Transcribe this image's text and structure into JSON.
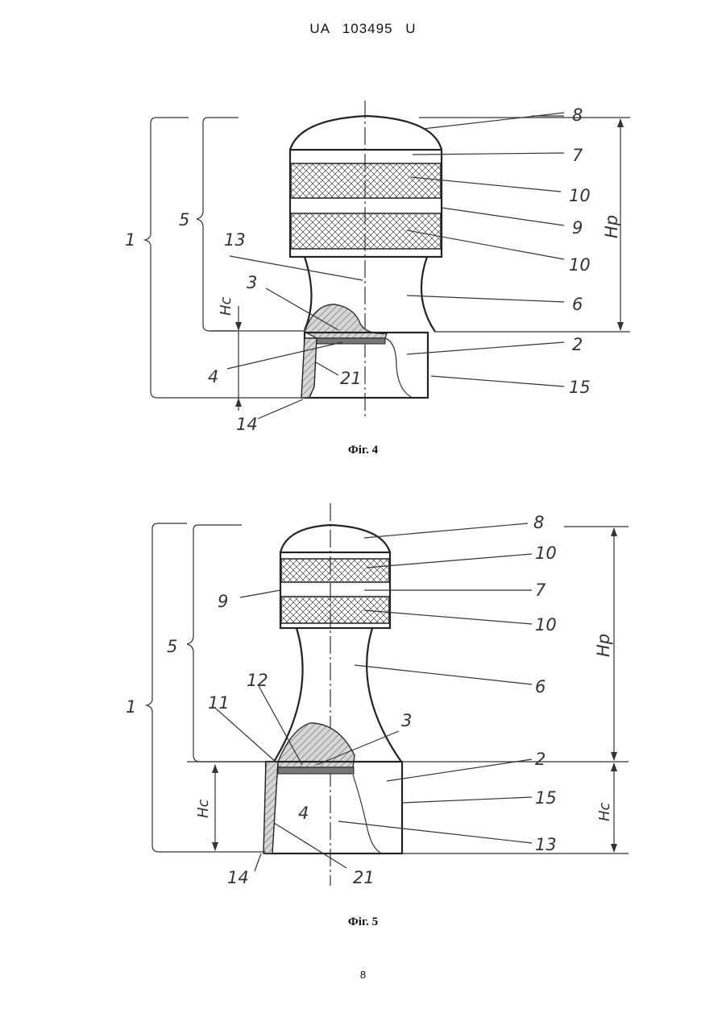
{
  "header": {
    "text": "UA   103495   U"
  },
  "figure4": {
    "caption": "Фіг. 4",
    "labels": {
      "l8": "8",
      "l7": "7",
      "l10a": "10",
      "l9": "9",
      "l10b": "10",
      "l6": "6",
      "l2": "2",
      "l15": "15",
      "l1": "1",
      "l5": "5",
      "l13": "13",
      "l3": "3",
      "l4": "4",
      "l21": "21",
      "l14": "14",
      "hc": "Hc",
      "hp": "Hp"
    }
  },
  "figure5": {
    "caption": "Фіг. 5",
    "labels": {
      "l8": "8",
      "l10a": "10",
      "l7": "7",
      "l9": "9",
      "l10b": "10",
      "l5": "5",
      "l1": "1",
      "l6": "6",
      "l12": "12",
      "l11": "11",
      "l3": "3",
      "l2": "2",
      "l15": "15",
      "l4": "4",
      "l13": "13",
      "l14": "14",
      "l21": "21",
      "hc_left": "Hc",
      "hc_right": "Hc",
      "hp": "Hp"
    }
  },
  "page_number": "8",
  "colors": {
    "ink": "#333333",
    "hatch_fill": "#b8b8b8",
    "paper": "#ffffff"
  }
}
